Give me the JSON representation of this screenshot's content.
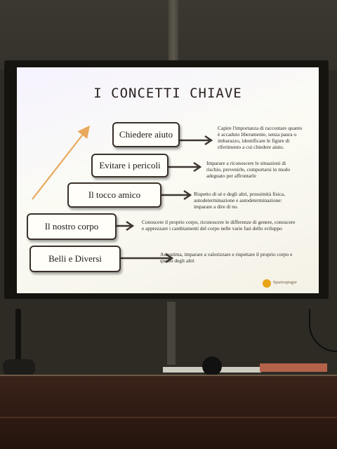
{
  "slide": {
    "title": "I CONCETTI CHIAVE",
    "steps": [
      {
        "label": "Chiedere aiuto",
        "description": "Capire l'importanza di raccontare quanto è accaduto liberamente, senza paura o imbarazzo, identificare le figure di riferimento a cui chiedere aiuto."
      },
      {
        "label": "Evitare i pericoli",
        "description": "Imparare a riconoscere le situazioni di rischio, prevenirle, comportarsi in modo adeguato per affrontarle"
      },
      {
        "label": "Il tocco amico",
        "description": "Rispetto di sé e degli altri, prossimità fisica, autodeterminazione e autodeterminazione: imparare a dire di no."
      },
      {
        "label": "Il nostro corpo",
        "description": "Conoscere il proprio corpo, riconoscere le differenze di genere, conoscere e apprezzare i cambiamenti del corpo nelle varie fasi dello sviluppo"
      },
      {
        "label": "Belli e Diversi",
        "description": "Autostima, imparare a valorizzare e rispettare il proprio corpo e quello degli altri"
      }
    ],
    "logo_text": "Spaziospiagor",
    "colors": {
      "highlight": "#f1a95a",
      "box_border": "#3a3128",
      "logo": "#e7a416"
    }
  }
}
